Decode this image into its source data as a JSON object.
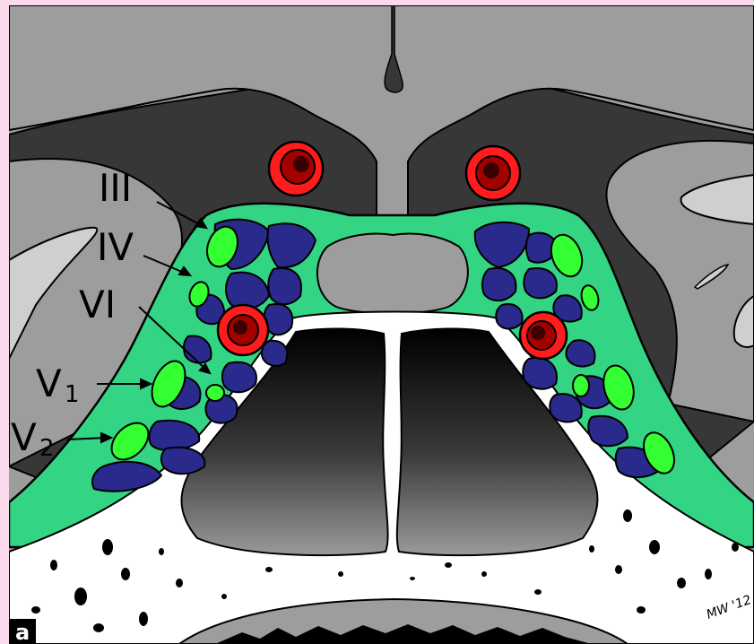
{
  "figure": {
    "panel_label": "a",
    "signature": "MW '12",
    "labels": {
      "nerve_iii": "III",
      "nerve_iv": "IV",
      "nerve_vi": "VI",
      "nerve_v1_main": "V",
      "nerve_v1_sub": "1",
      "nerve_v2_main": "V",
      "nerve_v2_sub": "2"
    }
  }
}
